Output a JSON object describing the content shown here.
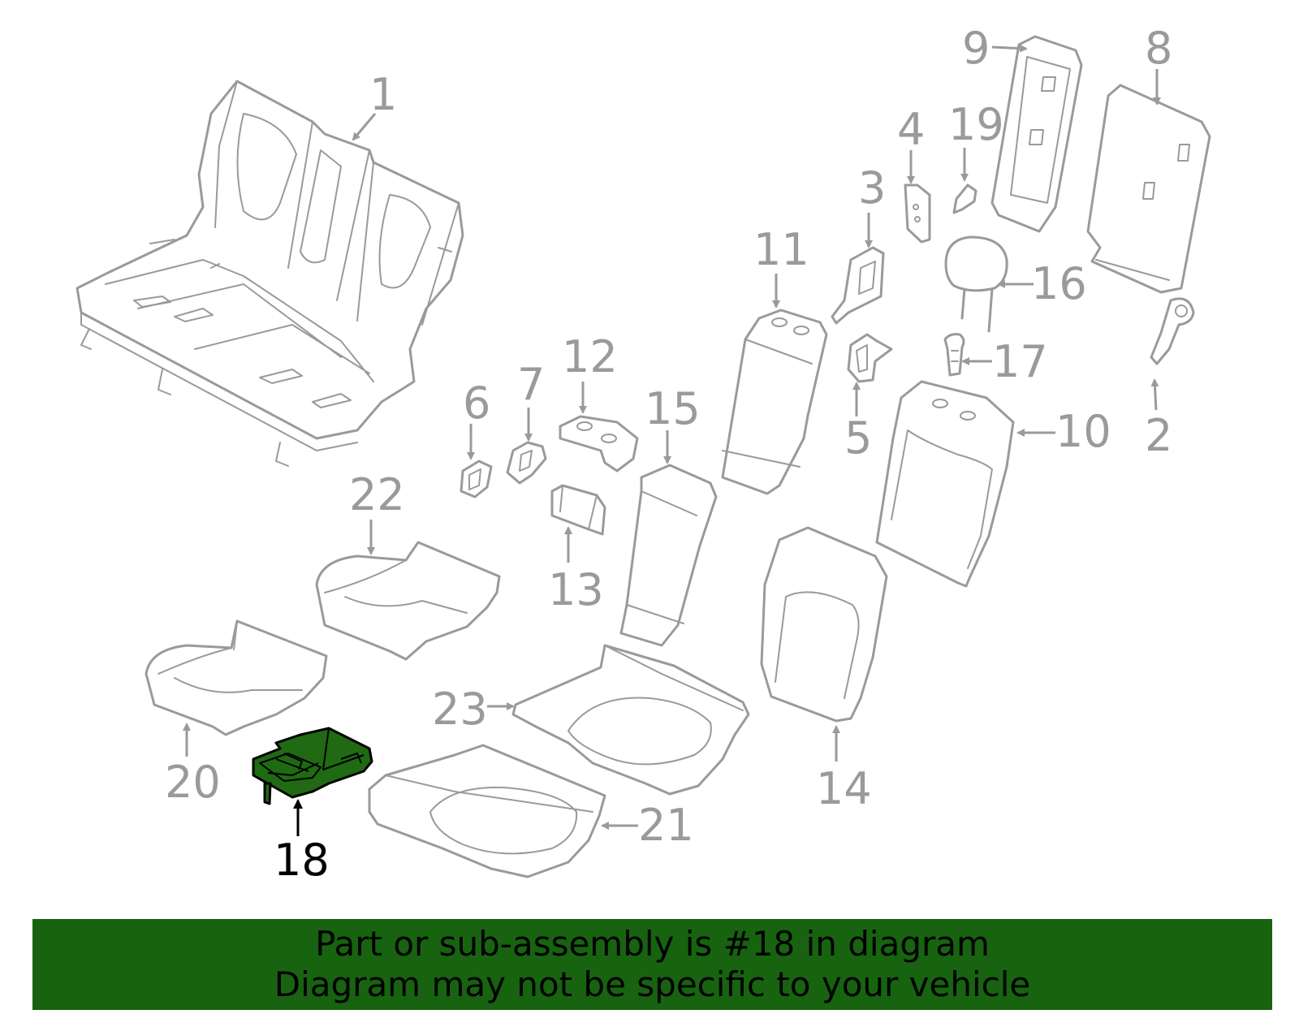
{
  "diagram": {
    "highlight_color": "#1f6a12",
    "part_color": "#9a9a9a",
    "highlighted_part": "18",
    "callouts": {
      "c1": "1",
      "c2": "2",
      "c3": "3",
      "c4": "4",
      "c5": "5",
      "c6": "6",
      "c7": "7",
      "c8": "8",
      "c9": "9",
      "c10": "10",
      "c11": "11",
      "c12": "12",
      "c13": "13",
      "c14": "14",
      "c15": "15",
      "c16": "16",
      "c17": "17",
      "c18": "18",
      "c19": "19",
      "c20": "20",
      "c21": "21",
      "c22": "22",
      "c23": "23"
    }
  },
  "banner": {
    "background": "#176310",
    "line1": "Part or sub-assembly is #18 in diagram",
    "line2": "Diagram may not be specific to your vehicle"
  }
}
